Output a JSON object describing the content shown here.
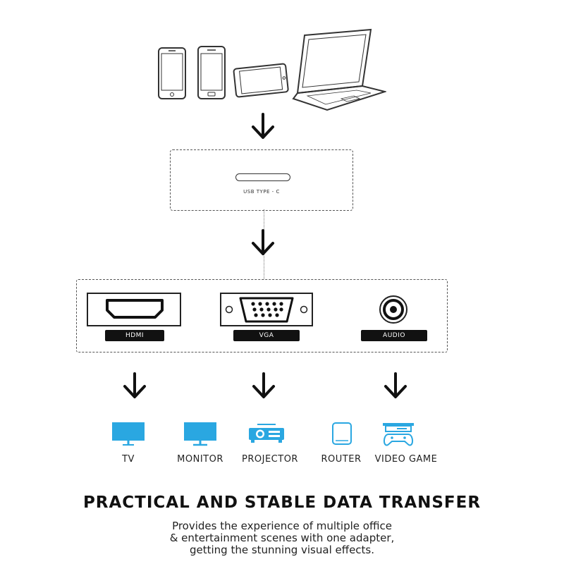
{
  "usb": {
    "label": "USB TYPE - C"
  },
  "ports": [
    {
      "label": "HDMI",
      "icon": "hdmi-port-icon"
    },
    {
      "label": "VGA",
      "icon": "vga-port-icon"
    },
    {
      "label": "AUDIO",
      "icon": "audio-jack-icon"
    }
  ],
  "devices": [
    {
      "label": "TV",
      "icon": "tv-icon"
    },
    {
      "label": "MONITOR",
      "icon": "monitor-icon"
    },
    {
      "label": "PROJECTOR",
      "icon": "projector-icon"
    },
    {
      "label": "ROUTER",
      "icon": "router-icon"
    },
    {
      "label": "VIDEO GAME",
      "icon": "video-game-icon"
    }
  ],
  "source_devices": [
    "smartphone-icon",
    "smartphone-icon",
    "tablet-icon",
    "laptop-icon"
  ],
  "heading": "PRACTICAL AND STABLE DATA TRANSFER",
  "description": [
    "Provides the experience of multiple office",
    "& entertainment scenes with one adapter,",
    "getting the stunning visual effects."
  ],
  "colors": {
    "accent": "#2aa7e1",
    "text": "#111111"
  }
}
